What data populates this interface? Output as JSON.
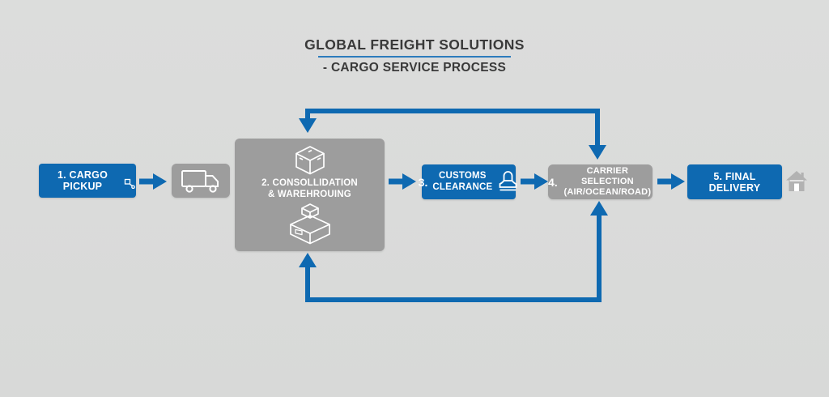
{
  "header": {
    "title": "GLOBAL FREIGHT SOLUTIONS",
    "subtitle": "- CARGO SERVICE PROCESS"
  },
  "process": {
    "step1": {
      "label": "1. CARGO PICKUP"
    },
    "step2": {
      "line1": "2. CONSOLLIDATION",
      "line2": "& WAREHROUING"
    },
    "step3": {
      "number": "3.",
      "line1": "CUSTOMS",
      "line2": "CLEARANCE"
    },
    "step4": {
      "number": "4.",
      "line1": "CARRIER SELECTION",
      "line2": "(AIR/OCEAN/ROAD)"
    },
    "step5": {
      "label": "5. FINAL DELIVERY"
    }
  },
  "icons": {
    "hand_truck": "hand-truck-icon",
    "truck": "truck-icon",
    "package": "package-icon",
    "open_box": "open-box-icon",
    "stamp": "stamp-icon",
    "house": "house-icon"
  },
  "colors": {
    "background": "#dadada",
    "primary_blue": "#0e69b1",
    "gray_box": "#9d9d9d",
    "title_text": "#3a3a3a",
    "underline_blue": "#2d7cbd",
    "house_gray": "#b2b2b2"
  }
}
